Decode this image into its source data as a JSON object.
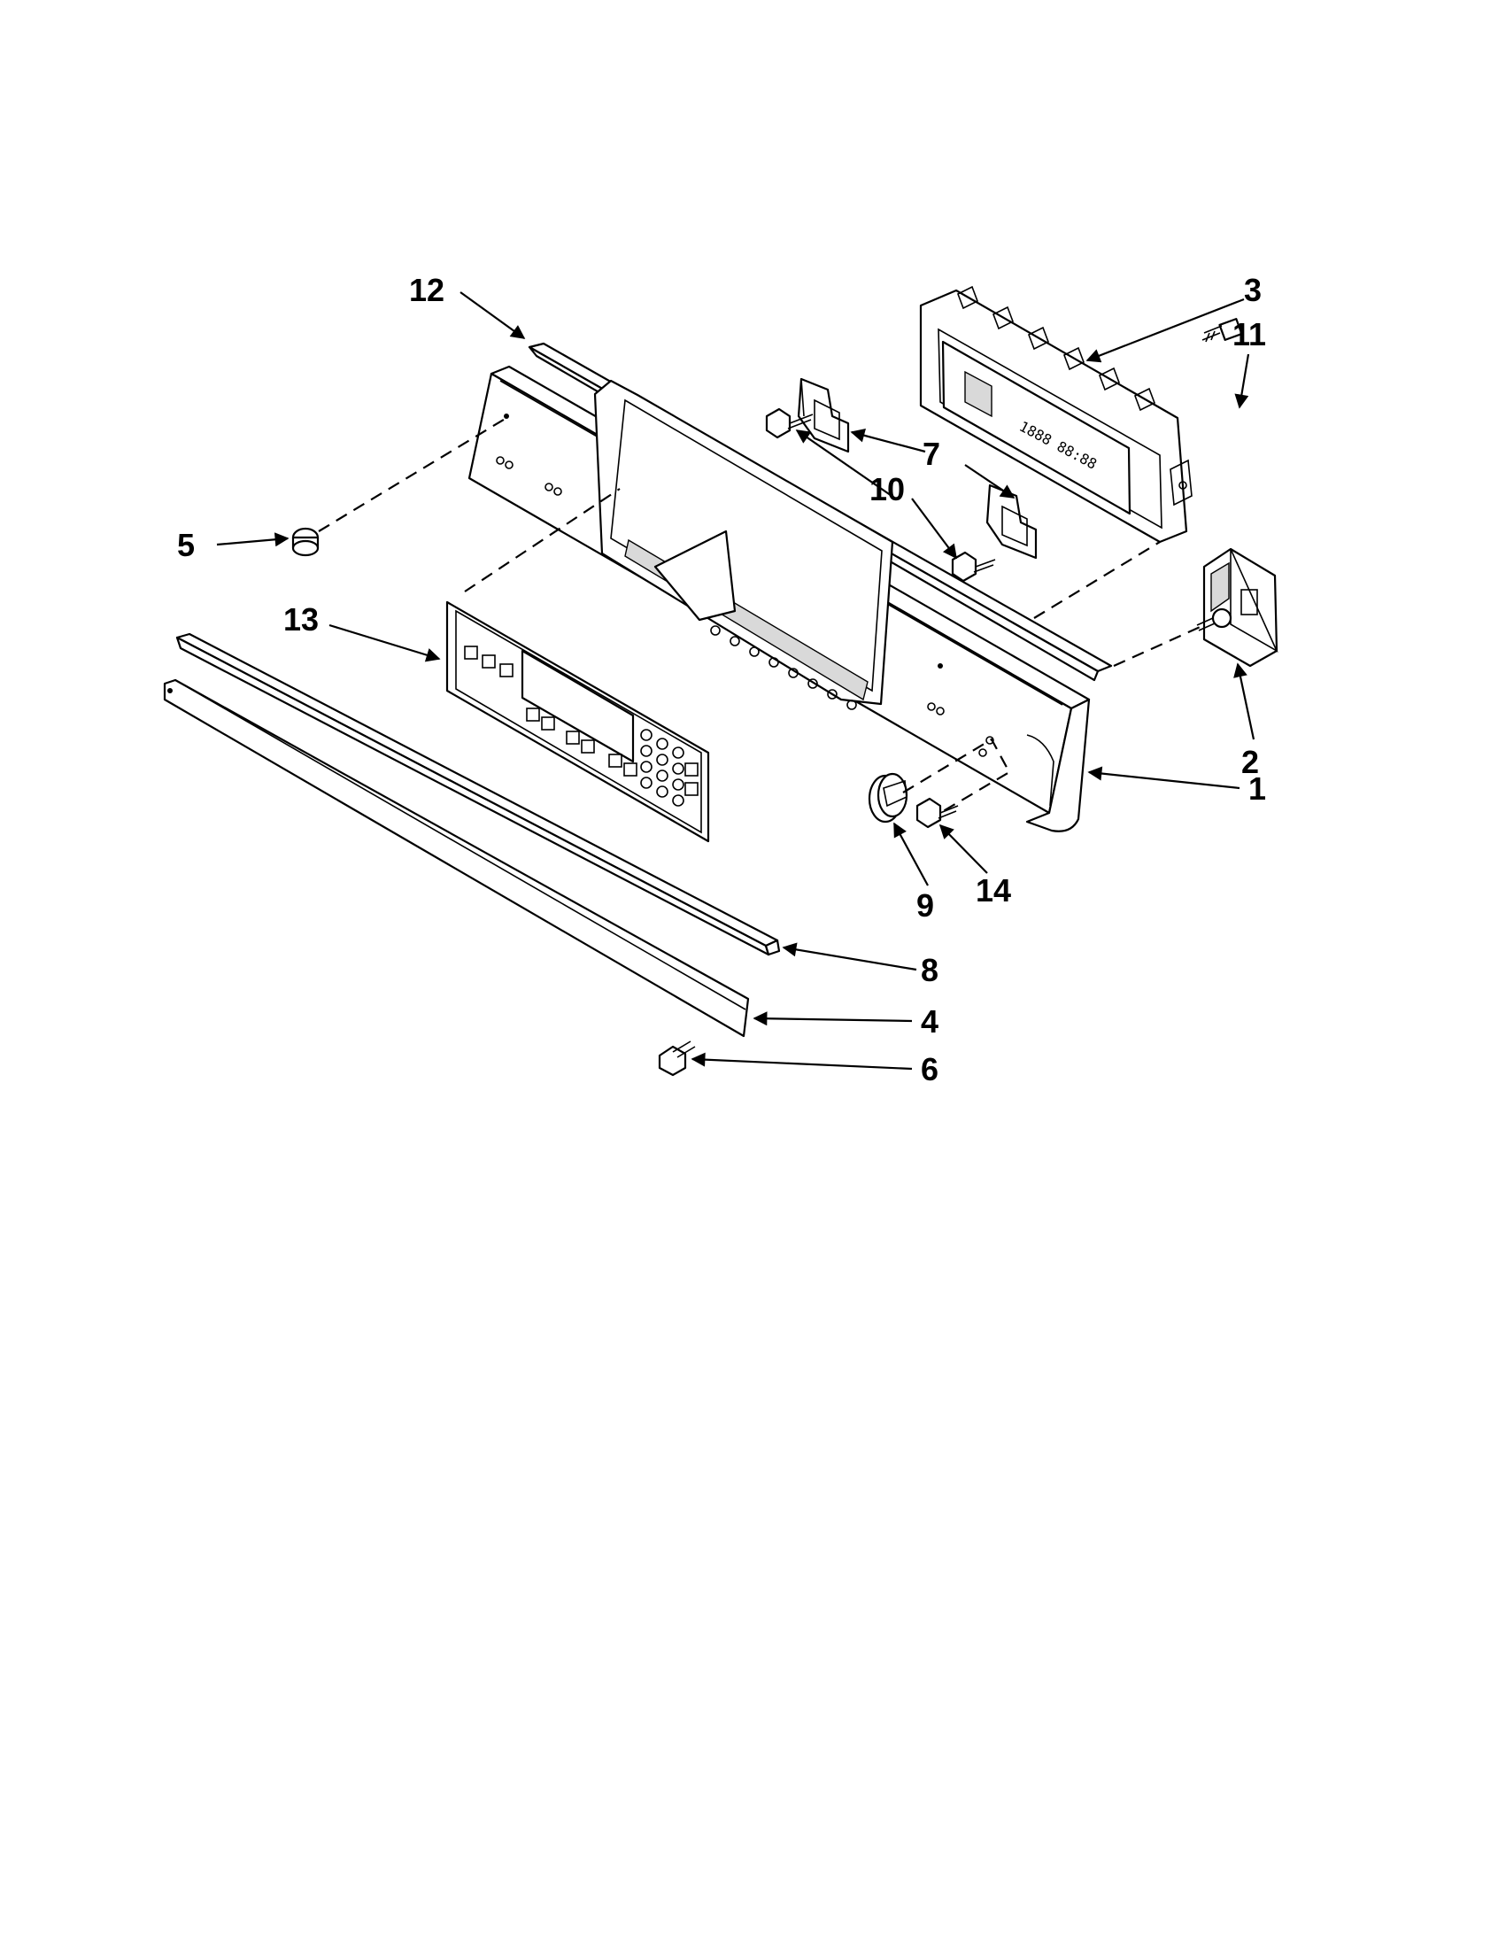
{
  "diagram": {
    "callouts": [
      "1",
      "2",
      "3",
      "4",
      "5",
      "6",
      "7",
      "8",
      "9",
      "10",
      "11",
      "12",
      "13",
      "14"
    ]
  },
  "colors": {
    "line": "#000000",
    "background": "#ffffff",
    "shade": "#d9d9d9"
  }
}
